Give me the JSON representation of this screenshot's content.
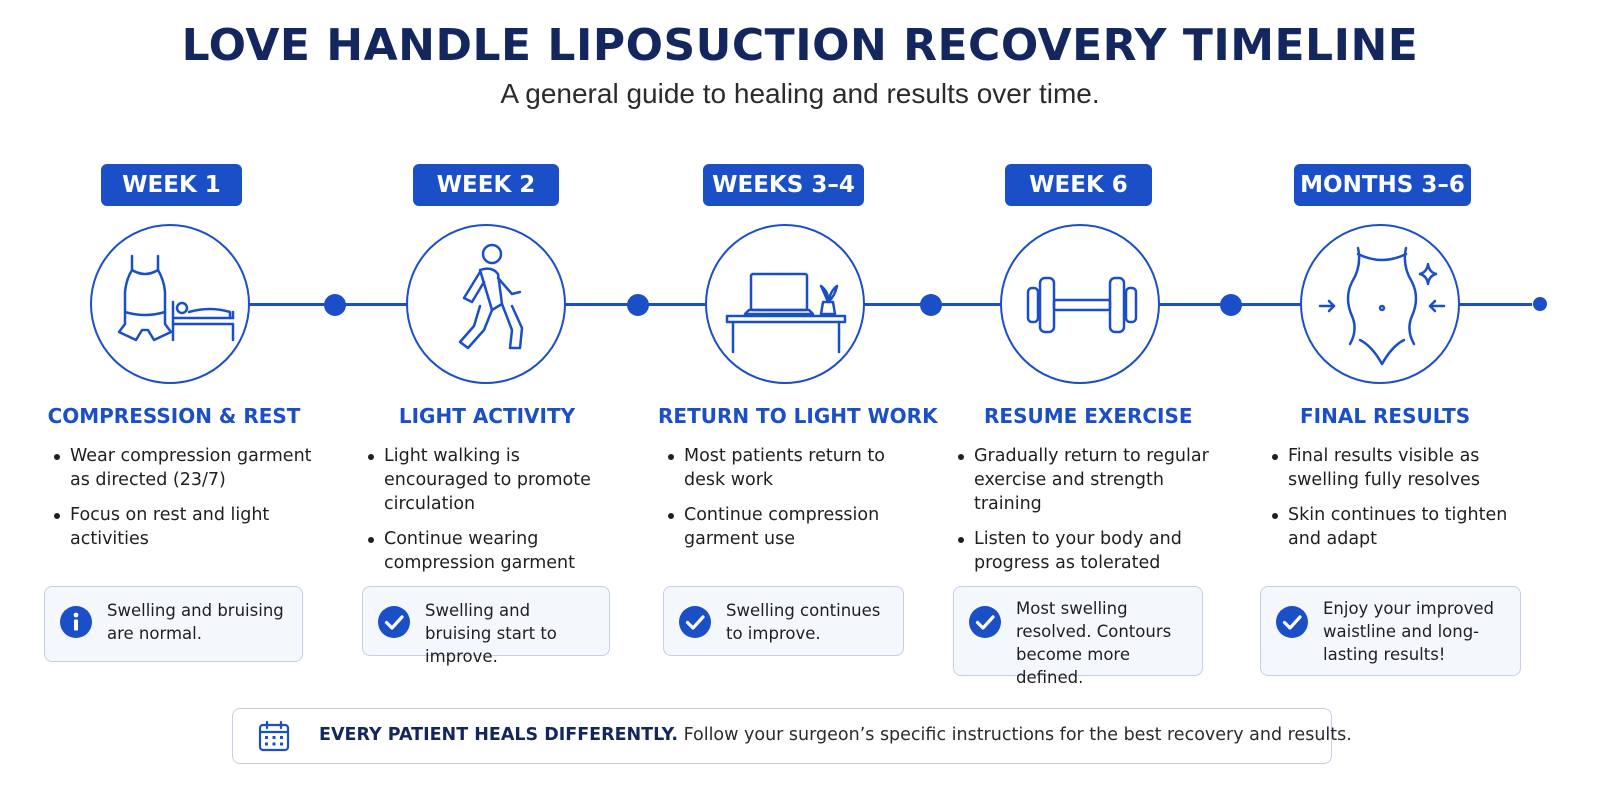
{
  "header": {
    "title": "LOVE HANDLE LIPOSUCTION RECOVERY TIMELINE",
    "subtitle": "A general guide to healing and results over time."
  },
  "colors": {
    "primary": "#1a4fc7",
    "title": "#13275e",
    "note_bg": "#f4f7fc"
  },
  "stages": [
    {
      "label": "WEEK 1",
      "icon": "compression-garment-bed-icon",
      "title": "COMPRESSION & REST",
      "bullets": [
        "Wear compression garment as directed (23/7)",
        "Focus on rest and light activities"
      ],
      "note_icon": "info-icon",
      "note": "Swelling and bruising are normal."
    },
    {
      "label": "WEEK 2",
      "icon": "walking-person-icon",
      "title": "LIGHT ACTIVITY",
      "bullets": [
        "Light walking is encouraged to promote circulation",
        "Continue wearing compression garment"
      ],
      "note_icon": "check-icon",
      "note": "Swelling and bruising start to improve."
    },
    {
      "label": "WEEKS 3–4",
      "icon": "laptop-desk-icon",
      "title": "RETURN TO LIGHT WORK",
      "bullets": [
        "Most patients return to desk work",
        "Continue compression garment use"
      ],
      "note_icon": "check-icon",
      "note": "Swelling continues to improve."
    },
    {
      "label": "WEEK 6",
      "icon": "dumbbell-icon",
      "title": "RESUME EXERCISE",
      "bullets": [
        "Gradually return to regular exercise and strength training",
        "Listen to your body and progress as tolerated"
      ],
      "note_icon": "check-icon",
      "note": "Most swelling resolved. Contours become more defined."
    },
    {
      "label": "MONTHS 3–6",
      "icon": "waist-contour-icon",
      "title": "FINAL RESULTS",
      "bullets": [
        "Final results visible as swelling fully resolves",
        "Skin continues to tighten and adapt"
      ],
      "note_icon": "check-icon",
      "note": "Enjoy your improved waistline and long-lasting results!"
    }
  ],
  "footer": {
    "icon": "calendar-icon",
    "strong": "EVERY PATIENT HEALS DIFFERENTLY.",
    "text": "Follow your surgeon’s specific instructions for the best recovery and results."
  }
}
